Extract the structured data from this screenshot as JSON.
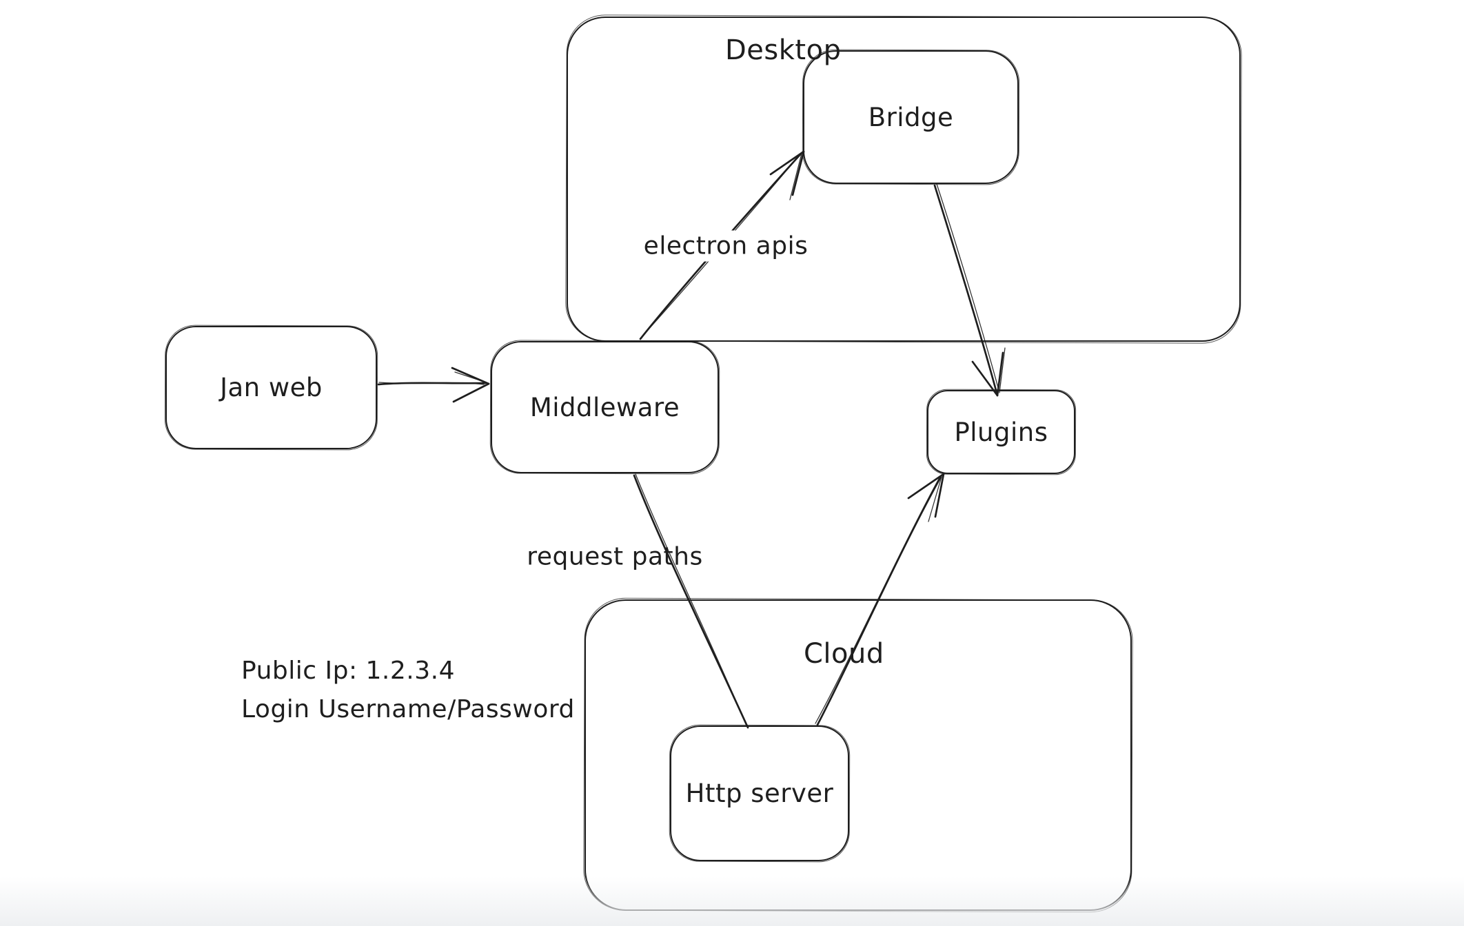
{
  "canvas": {
    "background": "#ffffff",
    "stroke_color": "#1e1e1e",
    "bottom_fade_color": "#eef0f2"
  },
  "containers": {
    "desktop": {
      "label": "Desktop"
    },
    "cloud": {
      "label": "Cloud"
    }
  },
  "nodes": {
    "jan_web": {
      "label": "Jan web"
    },
    "middleware": {
      "label": "Middleware"
    },
    "bridge": {
      "label": "Bridge"
    },
    "plugins": {
      "label": "Plugins"
    },
    "http_server": {
      "label": "Http server"
    }
  },
  "edges": {
    "jan_web_to_middleware": {
      "from": "Jan web",
      "to": "Middleware",
      "label": "",
      "arrowhead": "end"
    },
    "middleware_to_bridge": {
      "from": "Middleware",
      "to": "Bridge",
      "label": "electron apis",
      "arrowhead": "end"
    },
    "bridge_to_plugins": {
      "from": "Bridge",
      "to": "Plugins",
      "label": "",
      "arrowhead": "end"
    },
    "middleware_to_http_server": {
      "from": "Middleware",
      "to": "Http server",
      "label": "request paths",
      "arrowhead": "none"
    },
    "http_server_to_plugins": {
      "from": "Http server",
      "to": "Plugins",
      "label": "",
      "arrowhead": "end"
    }
  },
  "annotations": {
    "public_ip": "Public Ip: 1.2.3.4",
    "login": "Login Username/Password"
  }
}
